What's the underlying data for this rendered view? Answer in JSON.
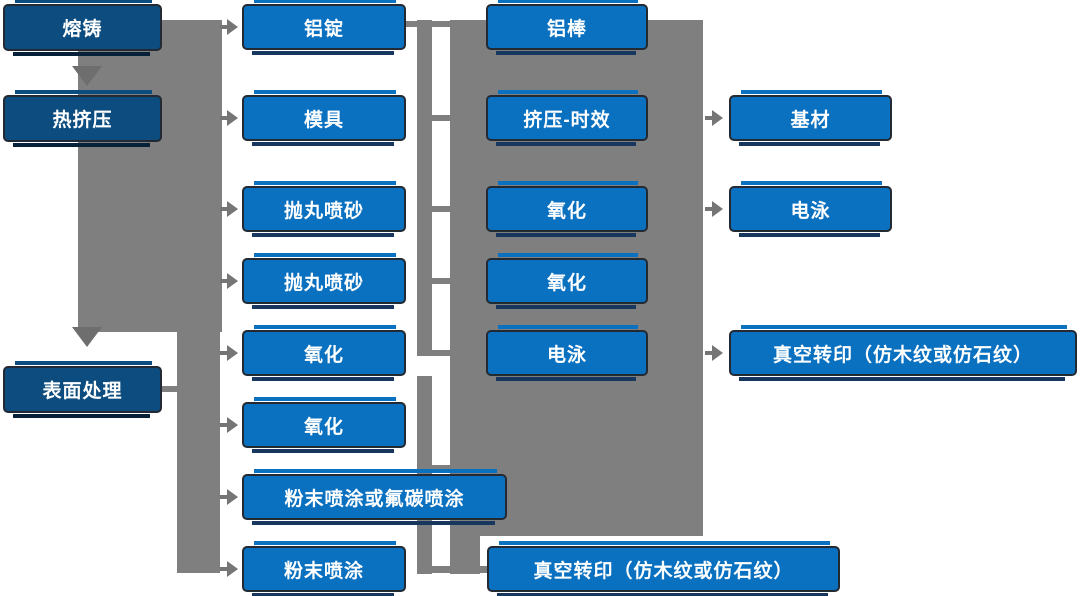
{
  "diagram_title": "",
  "columns": [
    {
      "items": [
        {
          "label": "熔铸"
        },
        {
          "label": "热挤压"
        },
        {
          "label": "表面处理"
        }
      ]
    },
    {
      "items": [
        {
          "label": "铝锭"
        },
        {
          "label": "模具"
        },
        {
          "label": "抛丸喷砂"
        },
        {
          "label": "抛丸喷砂"
        },
        {
          "label": "氧化"
        },
        {
          "label": "氧化"
        },
        {
          "label": "粉末喷涂或氟碳喷涂"
        },
        {
          "label": "粉末喷涂"
        }
      ]
    },
    {
      "items": [
        {
          "label": "铝棒"
        },
        {
          "label": "挤压-时效"
        },
        {
          "label": "氧化"
        },
        {
          "label": "氧化"
        },
        {
          "label": "电泳"
        },
        {
          "label": "真空转印（仿木纹或仿石纹）"
        }
      ]
    },
    {
      "items": [
        {
          "label": "基材"
        },
        {
          "label": "电泳"
        },
        {
          "label": "真空转印（仿木纹或仿石纹）"
        }
      ]
    }
  ],
  "colors": {
    "process_box": "#0a70c0",
    "stage_box": "#0d4c7e",
    "box_border": "#232a33",
    "box_bottom_accent": "#17375e",
    "connector_gray": "#7f7f7f",
    "arrow_gray": "#757575",
    "text": "#ffffff",
    "background": "#ffffff"
  }
}
